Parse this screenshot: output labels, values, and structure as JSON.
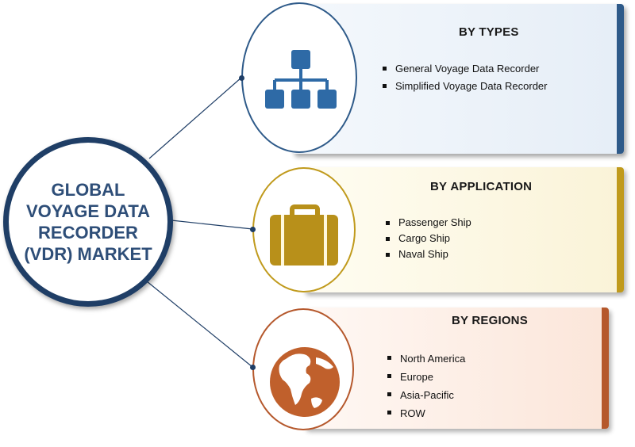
{
  "hub": {
    "title": "GLOBAL VOYAGE DATA RECORDER (VDR) MARKET"
  },
  "segments": [
    {
      "key": "types",
      "title_by": "BY",
      "title_main": "TYPES",
      "icon": "hierarchy-icon",
      "color": "#2e5a89",
      "items": [
        "General Voyage Data Recorder",
        "Simplified Voyage Data Recorder"
      ]
    },
    {
      "key": "application",
      "title_by": "BY",
      "title_main": "APPLICATION",
      "icon": "briefcase-icon",
      "color": "#c09a1c",
      "items": [
        "Passenger Ship",
        "Cargo Ship",
        "Naval Ship"
      ]
    },
    {
      "key": "regions",
      "title_by": "BY",
      "title_main": "REGIONS",
      "icon": "globe-icon",
      "color": "#b5582c",
      "items": [
        "North America",
        "Europe",
        "Asia-Pacific",
        "ROW"
      ]
    }
  ],
  "colors": {
    "hub_border": "#1f3e66",
    "hub_text": "#2e4e78",
    "connector": "#1f3e66"
  }
}
